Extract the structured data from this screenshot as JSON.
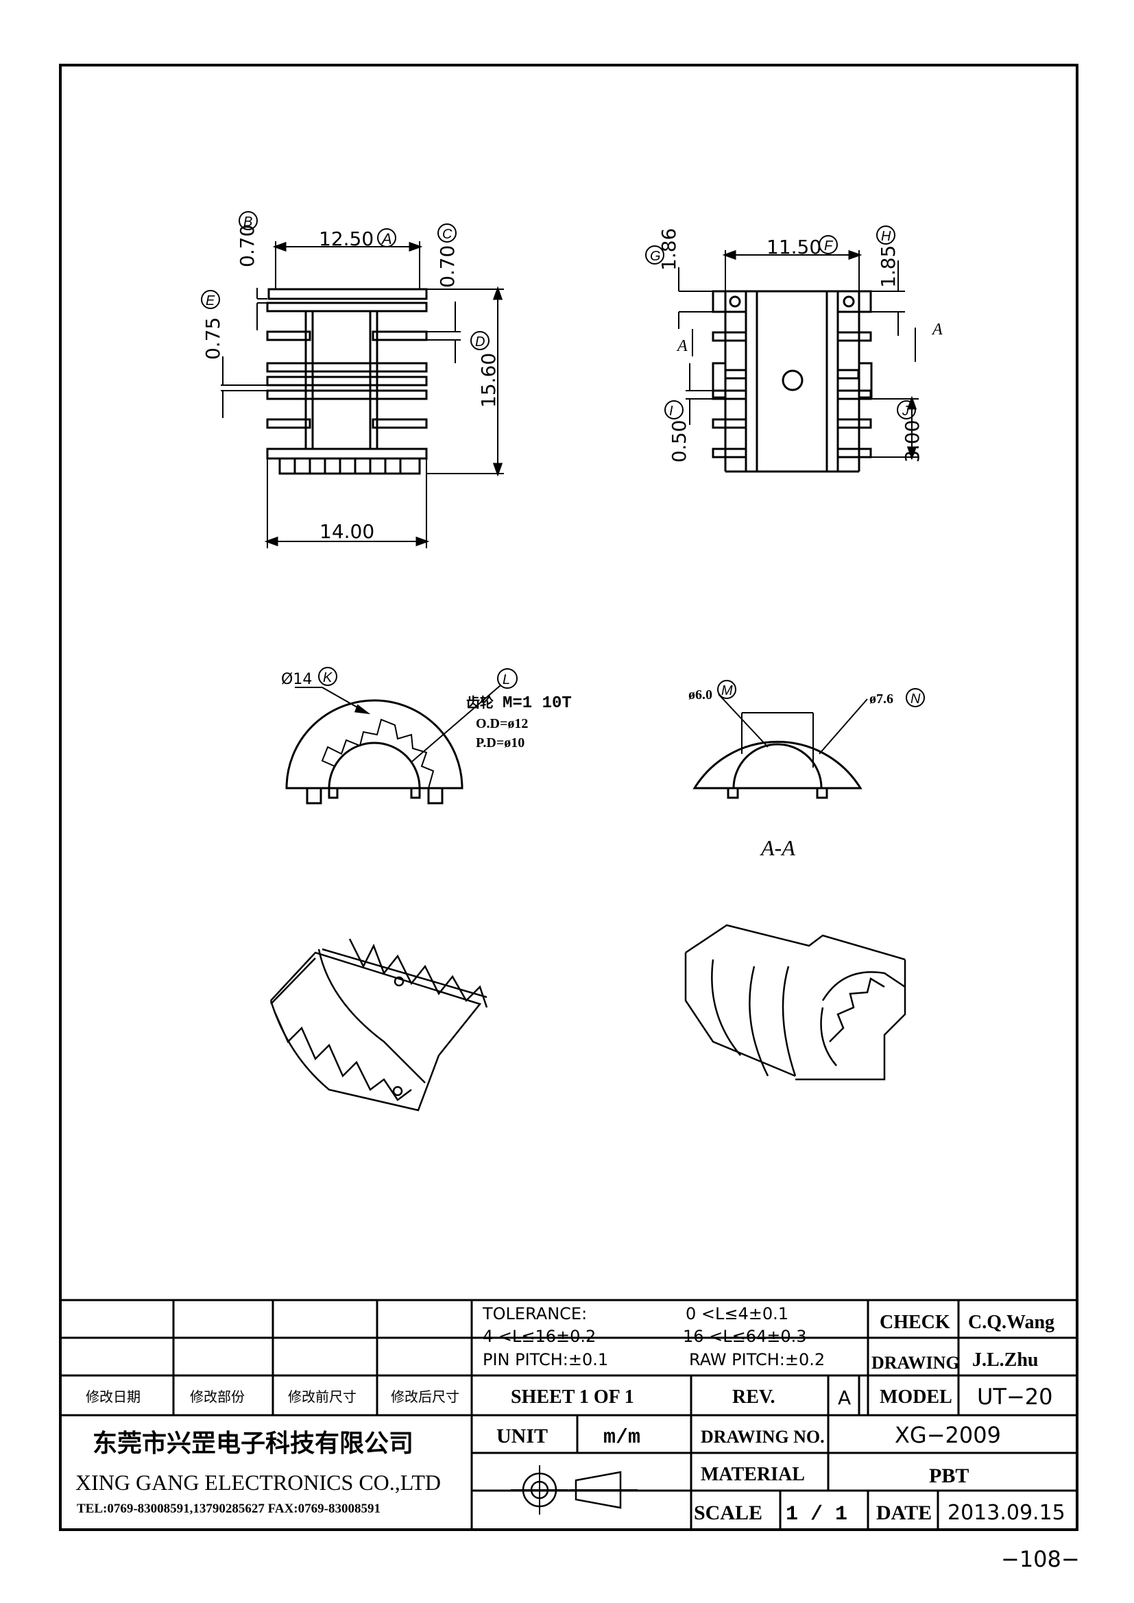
{
  "drawing": {
    "top_view": {
      "dim_A": "12.50",
      "label_A": "A",
      "dim_B": "0.70",
      "label_B": "B",
      "dim_C": "0.70",
      "label_C": "C",
      "dim_D": "15.60",
      "label_D": "D",
      "dim_E": "0.75",
      "label_E": "E",
      "dim_width": "14.00"
    },
    "side_view": {
      "dim_F": "11.50",
      "label_F": "F",
      "dim_G": "1.86",
      "label_G": "G",
      "dim_H": "1.85",
      "label_H": "H",
      "dim_I": "0.50",
      "label_I": "I",
      "dim_J": "3.00",
      "label_J": "J",
      "section_mark": "A"
    },
    "end_view": {
      "dim_K": "Ø14",
      "label_K": "K",
      "label_L": "L",
      "note_gear_prefix": "齿轮",
      "note_gear": "M=1  10T",
      "note_od": "O.D=ø12",
      "note_pd": "P.D=ø10"
    },
    "section_view": {
      "dim_M": "ø6.0",
      "label_M": "M",
      "dim_N": "ø7.6",
      "label_N": "N",
      "section_title": "A-A"
    }
  },
  "title_block": {
    "revision_headers": [
      "修改日期",
      "修改部份",
      "修改前尺寸",
      "修改后尺寸"
    ],
    "tolerance_label": "TOLERANCE:",
    "tolerance_1": "0 <L≤4±0.1",
    "tolerance_2": "4 <L≤16±0.2",
    "tolerance_3": "16 <L≤64±0.3",
    "pin_pitch": "PIN  PITCH:±0.1",
    "raw_pitch": "RAW  PITCH:±0.2",
    "check_label": "CHECK",
    "check_value": "C.Q.Wang",
    "drawing_label": "DRAWING",
    "drawing_value": "J.L.Zhu",
    "sheet": "SHEET  1  OF  1",
    "rev_label": "REV.",
    "rev_value": "A",
    "model_label": "MODEL",
    "model_value": "UT−20",
    "company_cn": "东莞市兴罡电子科技有限公司",
    "company_en": "XING GANG  ELECTRONICS CO.,LTD",
    "company_contact": "TEL:0769-83008591,13790285627  FAX:0769-83008591",
    "unit_label": "UNIT",
    "unit_value": "m/m",
    "drawing_no_label": "DRAWING  NO.",
    "drawing_no_value": "XG−2009",
    "material_label": "MATERIAL",
    "material_value": "PBT",
    "scale_label": "SCALE",
    "scale_value": "1  /  1",
    "date_label": "DATE",
    "date_value": "2013.09.15"
  },
  "page_number": "−108−"
}
